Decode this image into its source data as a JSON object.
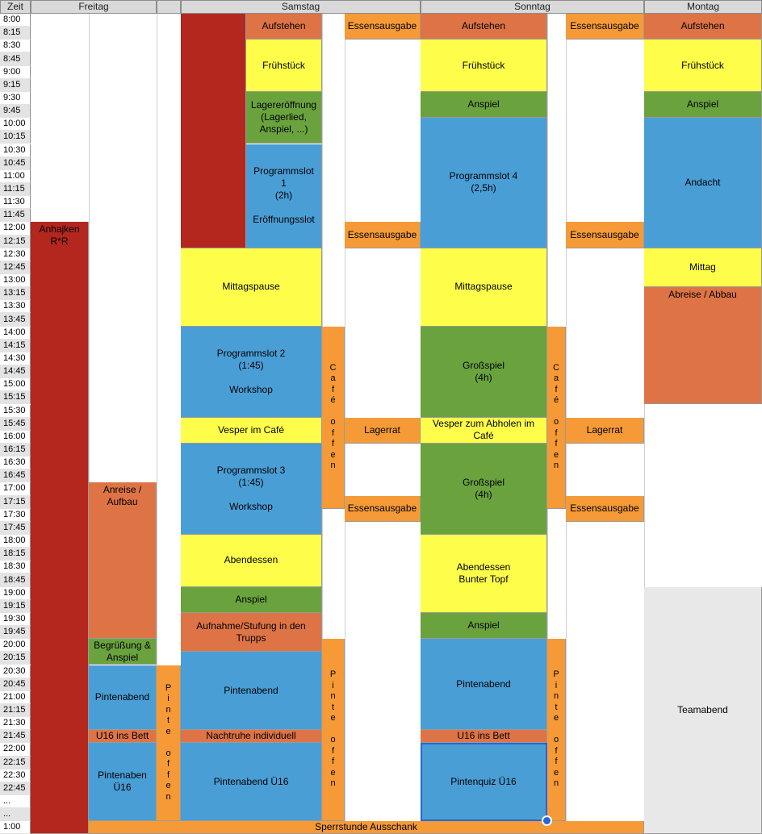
{
  "colors": {
    "red": "#b3271e",
    "orange": "#de7445",
    "yellow": "#fefe4a",
    "green": "#6aa33d",
    "blue": "#4a9ed6",
    "lightorange": "#f59a36",
    "gray": "#e8e8e8",
    "header": "#d9d9d9"
  },
  "header": {
    "zeit": "Zeit",
    "freitag": "Freitag",
    "samstag": "Samstag",
    "sonntag": "Sonntag",
    "montag": "Montag"
  },
  "times": [
    "8:00",
    "8:15",
    "8:30",
    "8:45",
    "9:00",
    "9:15",
    "9:30",
    "9:45",
    "10:00",
    "10:15",
    "10:30",
    "10:45",
    "11:00",
    "11:15",
    "11:30",
    "11:45",
    "12:00",
    "12:15",
    "12:30",
    "12:45",
    "13:00",
    "13:15",
    "13:30",
    "13:45",
    "14:00",
    "14:15",
    "14:30",
    "14:45",
    "15:00",
    "15:15",
    "15:30",
    "15:45",
    "16:00",
    "16:15",
    "16:30",
    "16:45",
    "17:00",
    "17:15",
    "17:30",
    "17:45",
    "18:00",
    "18:15",
    "18:30",
    "18:45",
    "19:00",
    "19:15",
    "19:30",
    "19:45",
    "20:00",
    "20:15",
    "20:30",
    "20:45",
    "21:00",
    "21:15",
    "21:30",
    "21:45",
    "22:00",
    "22:15",
    "22:30",
    "22:45",
    "...",
    "...",
    "1:00"
  ],
  "events": [
    {
      "name": "freitag-anhajken",
      "text": "Anhajken\nR*R",
      "col": "friA",
      "start": 16,
      "end": 63,
      "color": "red",
      "top": true
    },
    {
      "name": "freitag-anreise",
      "text": "Anreise /\nAufbau",
      "col": "friB",
      "start": 36,
      "end": 48,
      "color": "orange",
      "top": true
    },
    {
      "name": "freitag-begruessung",
      "text": "Begrüßung &\nAnspiel",
      "col": "friB",
      "start": 48,
      "end": 50,
      "color": "green"
    },
    {
      "name": "freitag-pintenabend",
      "text": "Pintenabend",
      "col": "friB",
      "start": 50,
      "end": 55,
      "color": "blue"
    },
    {
      "name": "freitag-u16",
      "text": "U16 ins Bett",
      "col": "friB",
      "start": 55,
      "end": 56,
      "color": "orange"
    },
    {
      "name": "freitag-pintenabend-u16",
      "text": "Pintenaben\nÜ16",
      "col": "friB",
      "start": 56,
      "end": 62,
      "color": "blue"
    },
    {
      "name": "freitag-pinte-offen",
      "text": "Pinte offen",
      "col": "friC",
      "start": 50,
      "end": 62,
      "color": "lightorange",
      "vertical": true
    },
    {
      "name": "samstag-red",
      "text": "",
      "col": "satRed",
      "start": 0,
      "end": 18,
      "color": "red"
    },
    {
      "name": "samstag-aufstehen",
      "text": "Aufstehen",
      "col": "satMain",
      "start": 0,
      "end": 2,
      "color": "orange"
    },
    {
      "name": "samstag-fruehstueck",
      "text": "Frühstück",
      "col": "satMain",
      "start": 2,
      "end": 6,
      "color": "yellow"
    },
    {
      "name": "samstag-lagereroeffnung",
      "text": "Lagereröffnung\n(Lagerlied,\nAnspiel, ...)",
      "col": "satMain",
      "start": 6,
      "end": 10,
      "color": "green"
    },
    {
      "name": "samstag-programmslot-1",
      "text": "Programmslot\n1\n(2h)\n\nEröffnungsslot",
      "col": "satMain",
      "start": 10,
      "end": 18,
      "color": "blue"
    },
    {
      "name": "samstag-mittagspause",
      "text": "Mittagspause",
      "col": "satAll",
      "start": 18,
      "end": 24,
      "color": "yellow"
    },
    {
      "name": "samstag-programmslot-2",
      "text": "Programmslot 2\n(1:45)\n\nWorkshop",
      "col": "satAll",
      "start": 24,
      "end": 31,
      "color": "blue"
    },
    {
      "name": "samstag-vesper",
      "text": "Vesper im Café",
      "col": "satAll",
      "start": 31,
      "end": 33,
      "color": "yellow"
    },
    {
      "name": "samstag-programmslot-3",
      "text": "Programmslot 3\n(1:45)\n\nWorkshop",
      "col": "satAll",
      "start": 33,
      "end": 40,
      "color": "blue"
    },
    {
      "name": "samstag-abendessen",
      "text": "Abendessen",
      "col": "satAll",
      "start": 40,
      "end": 44,
      "color": "yellow"
    },
    {
      "name": "samstag-anspiel",
      "text": "Anspiel",
      "col": "satAll",
      "start": 44,
      "end": 46,
      "color": "green"
    },
    {
      "name": "samstag-aufnahme",
      "text": "Aufnahme/Stufung in den\nTrupps",
      "col": "satAll",
      "start": 46,
      "end": 49,
      "color": "orange"
    },
    {
      "name": "samstag-pintenabend",
      "text": "Pintenabend",
      "col": "satAll",
      "start": 49,
      "end": 55,
      "color": "blue"
    },
    {
      "name": "samstag-nachtruhe",
      "text": "Nachtruhe individuell",
      "col": "satAll",
      "start": 55,
      "end": 56,
      "color": "orange"
    },
    {
      "name": "samstag-pintenabend-u16",
      "text": "Pintenabend Ü16",
      "col": "satAll",
      "start": 56,
      "end": 62,
      "color": "blue"
    },
    {
      "name": "samstag-cafe-offen",
      "text": "Café offen",
      "col": "satCafe",
      "start": 24,
      "end": 38,
      "color": "lightorange",
      "vertical": true
    },
    {
      "name": "samstag-pinte-offen",
      "text": "Pinte offen",
      "col": "satCafe",
      "start": 48,
      "end": 62,
      "color": "lightorange",
      "vertical": true
    },
    {
      "name": "samstag-essensausgabe-1",
      "text": "Essensausgabe",
      "col": "satEssen",
      "start": 0,
      "end": 2,
      "color": "lightorange"
    },
    {
      "name": "samstag-essensausgabe-2",
      "text": "Essensausgabe",
      "col": "satEssen",
      "start": 16,
      "end": 18,
      "color": "lightorange"
    },
    {
      "name": "samstag-lagerrat",
      "text": "Lagerrat",
      "col": "satEssen",
      "start": 31,
      "end": 33,
      "color": "lightorange"
    },
    {
      "name": "samstag-essensausgabe-3",
      "text": "Essensausgabe",
      "col": "satEssen",
      "start": 37,
      "end": 39,
      "color": "lightorange"
    },
    {
      "name": "sonntag-aufstehen",
      "text": "Aufstehen",
      "col": "sunMain",
      "start": 0,
      "end": 2,
      "color": "orange"
    },
    {
      "name": "sonntag-fruehstueck",
      "text": "Frühstück",
      "col": "sunMain",
      "start": 2,
      "end": 6,
      "color": "yellow"
    },
    {
      "name": "sonntag-anspiel-1",
      "text": "Anspiel",
      "col": "sunMain",
      "start": 6,
      "end": 8,
      "color": "green"
    },
    {
      "name": "sonntag-programmslot-4",
      "text": "Programmslot 4\n(2,5h)",
      "col": "sunMain",
      "start": 8,
      "end": 18,
      "color": "blue"
    },
    {
      "name": "sonntag-mittagspause",
      "text": "Mittagspause",
      "col": "sunMain",
      "start": 18,
      "end": 24,
      "color": "yellow"
    },
    {
      "name": "sonntag-grossspiel-1",
      "text": "Großspiel\n(4h)",
      "col": "sunMain",
      "start": 24,
      "end": 31,
      "color": "green"
    },
    {
      "name": "sonntag-vesper",
      "text": "Vesper zum Abholen im\nCafé",
      "col": "sunMain",
      "start": 31,
      "end": 33,
      "color": "yellow"
    },
    {
      "name": "sonntag-grossspiel-2",
      "text": "Großspiel\n(4h)",
      "col": "sunMain",
      "start": 33,
      "end": 40,
      "color": "green"
    },
    {
      "name": "sonntag-abendessen",
      "text": "Abendessen\nBunter Topf",
      "col": "sunMain",
      "start": 40,
      "end": 46,
      "color": "yellow"
    },
    {
      "name": "sonntag-anspiel-2",
      "text": "Anspiel",
      "col": "sunMain",
      "start": 46,
      "end": 48,
      "color": "green"
    },
    {
      "name": "sonntag-pintenabend",
      "text": "Pintenabend",
      "col": "sunMain",
      "start": 48,
      "end": 55,
      "color": "blue"
    },
    {
      "name": "sonntag-u16",
      "text": "U16 ins Bett",
      "col": "sunMain",
      "start": 55,
      "end": 56,
      "color": "orange"
    },
    {
      "name": "sonntag-pintenquiz",
      "text": "Pintenquiz Ü16",
      "col": "sunMain",
      "start": 56,
      "end": 62,
      "color": "blue",
      "selected": true
    },
    {
      "name": "sonntag-cafe-offen",
      "text": "Café offen",
      "col": "sunCafe",
      "start": 24,
      "end": 38,
      "color": "lightorange",
      "vertical": true
    },
    {
      "name": "sonntag-pinte-offen",
      "text": "Pinte offen",
      "col": "sunCafe",
      "start": 48,
      "end": 62,
      "color": "lightorange",
      "vertical": true
    },
    {
      "name": "sonntag-essensausgabe-1",
      "text": "Essensausgabe",
      "col": "sunEssen",
      "start": 0,
      "end": 2,
      "color": "lightorange"
    },
    {
      "name": "sonntag-essensausgabe-2",
      "text": "Essensausgabe",
      "col": "sunEssen",
      "start": 16,
      "end": 18,
      "color": "lightorange"
    },
    {
      "name": "sonntag-lagerrat",
      "text": "Lagerrat",
      "col": "sunEssen",
      "start": 31,
      "end": 33,
      "color": "lightorange"
    },
    {
      "name": "sonntag-essensausgabe-3",
      "text": "Essensausgabe",
      "col": "sunEssen",
      "start": 37,
      "end": 39,
      "color": "lightorange"
    },
    {
      "name": "montag-aufstehen",
      "text": "Aufstehen",
      "col": "mon",
      "start": 0,
      "end": 2,
      "color": "orange"
    },
    {
      "name": "montag-fruehstueck",
      "text": "Frühstück",
      "col": "mon",
      "start": 2,
      "end": 6,
      "color": "yellow"
    },
    {
      "name": "montag-anspiel",
      "text": "Anspiel",
      "col": "mon",
      "start": 6,
      "end": 8,
      "color": "green"
    },
    {
      "name": "montag-andacht",
      "text": "Andacht",
      "col": "mon",
      "start": 8,
      "end": 18,
      "color": "blue"
    },
    {
      "name": "montag-mittag",
      "text": "Mittag",
      "col": "mon",
      "start": 18,
      "end": 21,
      "color": "yellow"
    },
    {
      "name": "montag-abreise",
      "text": "Abreise / Abbau",
      "col": "mon",
      "start": 21,
      "end": 30,
      "color": "orange",
      "top": true
    },
    {
      "name": "montag-teamabend",
      "text": "Teamabend",
      "col": "mon",
      "start": 44,
      "end": 63,
      "color": "gray"
    },
    {
      "name": "sperrstunde",
      "text": "Sperrstunde Ausschank",
      "col": "sperr",
      "start": 62,
      "end": 63,
      "color": "lightorange"
    }
  ]
}
